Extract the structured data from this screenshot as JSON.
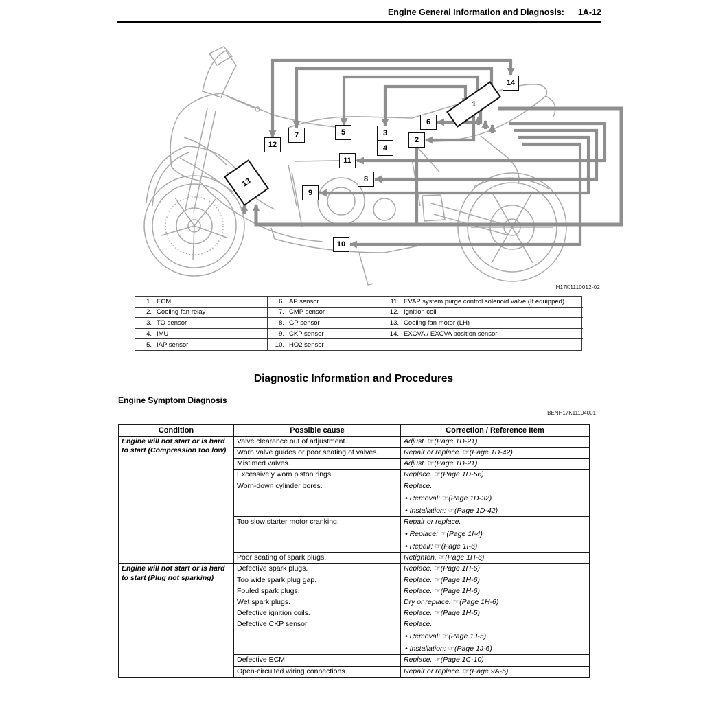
{
  "header": {
    "title": "Engine General Information and Diagnosis:",
    "page_code": "1A-12"
  },
  "figure": {
    "caption": "IH17K1110012-02",
    "callouts": [
      "1",
      "2",
      "3",
      "4",
      "5",
      "6",
      "7",
      "8",
      "9",
      "10",
      "11",
      "12",
      "13",
      "14"
    ],
    "colors": {
      "wire_gray": "#8f8f8f",
      "art_gray": "#a9a9a9"
    },
    "legend": {
      "col1": [
        {
          "num": "1.",
          "label": "ECM"
        },
        {
          "num": "2.",
          "label": "Cooling fan relay"
        },
        {
          "num": "3.",
          "label": "TO sensor"
        },
        {
          "num": "4.",
          "label": "IMU"
        },
        {
          "num": "5.",
          "label": "IAP sensor"
        }
      ],
      "col2": [
        {
          "num": "6.",
          "label": "AP sensor"
        },
        {
          "num": "7.",
          "label": "CMP sensor"
        },
        {
          "num": "8.",
          "label": "GP sensor"
        },
        {
          "num": "9.",
          "label": "CKP sensor"
        },
        {
          "num": "10.",
          "label": "HO2 sensor"
        }
      ],
      "col3": [
        {
          "num": "11.",
          "label": "EVAP system purge control solenoid valve (If equipped)"
        },
        {
          "num": "12.",
          "label": "Ignition coil"
        },
        {
          "num": "13.",
          "label": "Cooling fan motor (LH)"
        },
        {
          "num": "14.",
          "label": "EXCVA / EXCVA position sensor"
        },
        {
          "num": "",
          "label": ""
        }
      ]
    }
  },
  "section": {
    "title": "Diagnostic Information and Procedures",
    "subtitle": "Engine Symptom Diagnosis",
    "ref_code": "BENH17K11104001"
  },
  "diagnosis_table": {
    "headers": [
      "Condition",
      "Possible cause",
      "Correction / Reference Item"
    ],
    "groups": [
      {
        "condition": "Engine will not start or is hard to start (Compression too low)",
        "rows": [
          {
            "cause": "Valve clearance out of adjustment.",
            "correction": [
              "Adjust. ☞(Page 1D-21)"
            ]
          },
          {
            "cause": "Worn valve guides or poor seating of valves.",
            "correction": [
              "Repair or replace. ☞(Page 1D-42)"
            ]
          },
          {
            "cause": "Mistimed valves.",
            "correction": [
              "Adjust. ☞(Page 1D-21)"
            ]
          },
          {
            "cause": "Excessively worn piston rings.",
            "correction": [
              "Replace. ☞(Page 1D-56)"
            ]
          },
          {
            "cause": "Worn-down cylinder bores.",
            "correction": [
              "Replace.",
              "•  Removal: ☞(Page 1D-32)",
              "•  Installation: ☞(Page 1D-42)"
            ]
          },
          {
            "cause": "Too slow starter motor cranking.",
            "correction": [
              "Repair or replace.",
              "•  Replace: ☞(Page 1I-4)",
              "•  Repair: ☞(Page 1I-6)"
            ]
          },
          {
            "cause": "Poor seating of spark plugs.",
            "correction": [
              "Retighten. ☞(Page 1H-6)"
            ]
          }
        ]
      },
      {
        "condition": "Engine will not start or is hard to start (Plug not sparking)",
        "rows": [
          {
            "cause": "Defective spark plugs.",
            "correction": [
              "Replace. ☞(Page 1H-6)"
            ]
          },
          {
            "cause": "Too wide spark plug gap.",
            "correction": [
              "Replace. ☞(Page 1H-6)"
            ]
          },
          {
            "cause": "Fouled spark plugs.",
            "correction": [
              "Replace. ☞(Page 1H-6)"
            ]
          },
          {
            "cause": "Wet spark plugs.",
            "correction": [
              "Dry or replace. ☞(Page 1H-6)"
            ]
          },
          {
            "cause": "Defective ignition coils.",
            "correction": [
              "Replace. ☞(Page 1H-5)"
            ]
          },
          {
            "cause": "Defective CKP sensor.",
            "correction": [
              "Replace.",
              "•  Removal: ☞(Page 1J-5)",
              "•  Installation: ☞(Page 1J-6)"
            ]
          },
          {
            "cause": "Defective ECM.",
            "correction": [
              "Replace. ☞(Page 1C-10)"
            ]
          },
          {
            "cause": "Open-circuited wiring connections.",
            "correction": [
              "Repair or replace. ☞(Page 9A-5)"
            ]
          }
        ]
      }
    ]
  }
}
